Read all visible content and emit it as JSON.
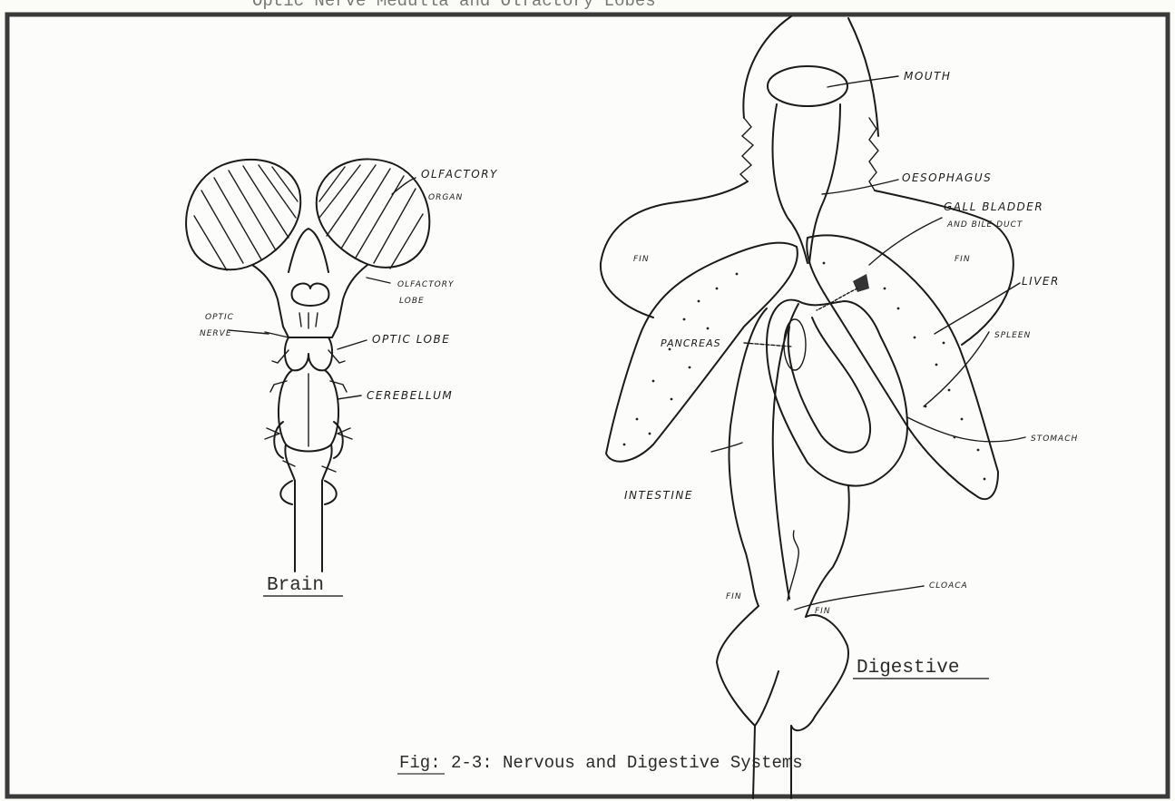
{
  "heading_partial": "Optic Nerve Medulla and Olfactory Lobes",
  "brain": {
    "caption": "Brain",
    "labels": {
      "olfactory_organ_1": "OLFACTORY",
      "olfactory_organ_2": "ORGAN",
      "olfactory_lobe_1": "OLFACTORY",
      "olfactory_lobe_2": "LOBE",
      "optic_nerve_1": "OPTIC",
      "optic_nerve_2": "NERVE",
      "optic_lobe": "OPTIC LOBE",
      "cerebellum": "CEREBELLUM"
    }
  },
  "digestive": {
    "caption": "Digestive",
    "labels": {
      "mouth": "MOUTH",
      "oesophagus": "OESOPHAGUS",
      "gall_bladder_1": "GALL BLADDER",
      "gall_bladder_2": "AND BILE DUCT",
      "fin_left": "FIN",
      "fin_right": "FIN",
      "liver": "LIVER",
      "pancreas": "PANCREAS",
      "spleen": "SPLEEN",
      "stomach": "STOMACH",
      "intestine": "INTESTINE",
      "cloaca": "CLOACA",
      "fin_bottom_left": "FIN",
      "fin_bottom_right": "FIN"
    }
  },
  "figure_caption": "Fig: 2-3:  Nervous and Digestive Systems"
}
